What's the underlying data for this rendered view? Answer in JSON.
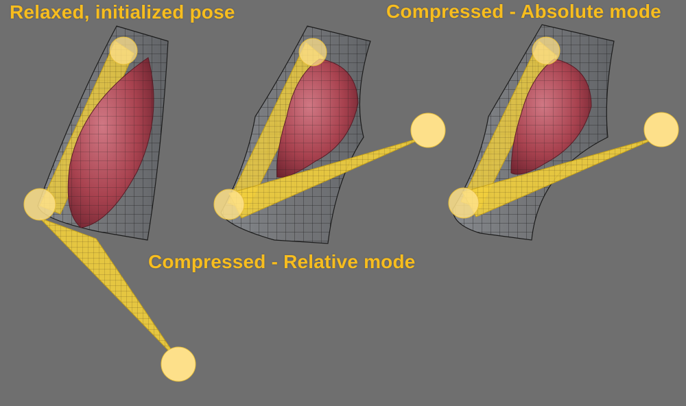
{
  "captions": {
    "relaxed": "Relaxed, initialized pose",
    "absolute": "Compressed - Absolute mode",
    "relative": "Compressed - Relative mode"
  },
  "colors": {
    "background": "#6f6f6f",
    "caption": "#f7bd1e",
    "bone_fill": "#f2cf3c",
    "joint_fill": "#fde08a",
    "muscle_fill": "#b04a57",
    "mesh_line": "#1c1c1c",
    "skin_fill": "#8a8f96"
  },
  "figures": [
    {
      "name": "relaxed-figure",
      "state": "relaxed"
    },
    {
      "name": "relative-figure",
      "state": "compressed-relative"
    },
    {
      "name": "absolute-figure",
      "state": "compressed-absolute"
    }
  ]
}
